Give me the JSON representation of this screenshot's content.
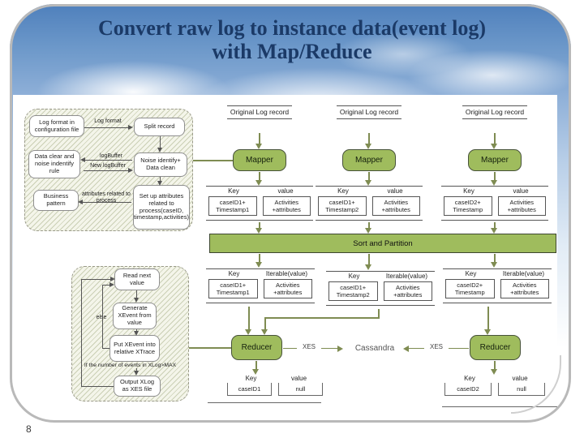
{
  "slide": {
    "title_line1": "Convert raw log to instance data(event log)",
    "title_line2": "with Map/Reduce",
    "page_number": "8"
  },
  "colors": {
    "accent_green": "#9fbc5d",
    "olive_line": "#7f8c52",
    "title_blue": "#1b3a67"
  },
  "preprocess": {
    "log_format_box": "Log format in configuration file",
    "split_record_box": "Split record",
    "data_clear_box": "Data clear and noise indentify rule",
    "noise_identify_box": "Noise identify+ Data clean",
    "business_pattern_box": "Business pattern",
    "setup_attributes_box": "Set up attributes related to process(caseID, timestamp,activities)",
    "log_format_label": "Log format",
    "logbuffer_label": "logBuffer",
    "new_logbuffer_label": "New logBuffer",
    "attributes_label": "attributes related to process"
  },
  "map_stage": {
    "columns": [
      {
        "source": "Original Log record",
        "mapper": "Mapper",
        "key_header": "Key",
        "value_header": "value",
        "key": "caseID1+ Timestamp1",
        "value": "Activities +attributes"
      },
      {
        "source": "Original Log record",
        "mapper": "Mapper",
        "key_header": "Key",
        "value_header": "value",
        "key": "caseID1+ Timestamp2",
        "value": "Activities +attributes"
      },
      {
        "source": "Original Log record",
        "mapper": "Mapper",
        "key_header": "Key",
        "value_header": "value",
        "key": "caseID2+ Timestamp",
        "value": "Activities +attributes"
      }
    ]
  },
  "sort_bar_label": "Sort and Partition",
  "shuffle_stage": {
    "columns": [
      {
        "key_header": "Key",
        "value_header": "Iterable(value)",
        "key": "caseID1+ Timestamp1",
        "value": "Activities +attributes"
      },
      {
        "key_header": "Key",
        "value_header": "Iterable(value)",
        "key": "caseID1+ Timestamp2",
        "value": "Activities +attributes"
      },
      {
        "key_header": "Key",
        "value_header": "Iterable(value)",
        "key": "caseID2+ Timestamp",
        "value": "Activities +attributes"
      }
    ]
  },
  "reduce_stage": {
    "left_reducer": "Reducer",
    "right_reducer": "Reducer",
    "left_xes": "XES",
    "right_xes": "XES",
    "cassandra": "Cassandra",
    "outputs": [
      {
        "key_header": "Key",
        "value_header": "value",
        "key": "caseID1",
        "value": "null"
      },
      {
        "key_header": "Key",
        "value_header": "value",
        "key": "caseID2",
        "value": "null"
      }
    ]
  },
  "reducer_loop": {
    "read_next": "Read next value",
    "generate": "Generate XEvent from value",
    "put": "Put XEvent into relative XTrace",
    "condition": "If the number of events in XLog>MAX",
    "output": "Output XLog as XES file",
    "else_label": "else"
  }
}
